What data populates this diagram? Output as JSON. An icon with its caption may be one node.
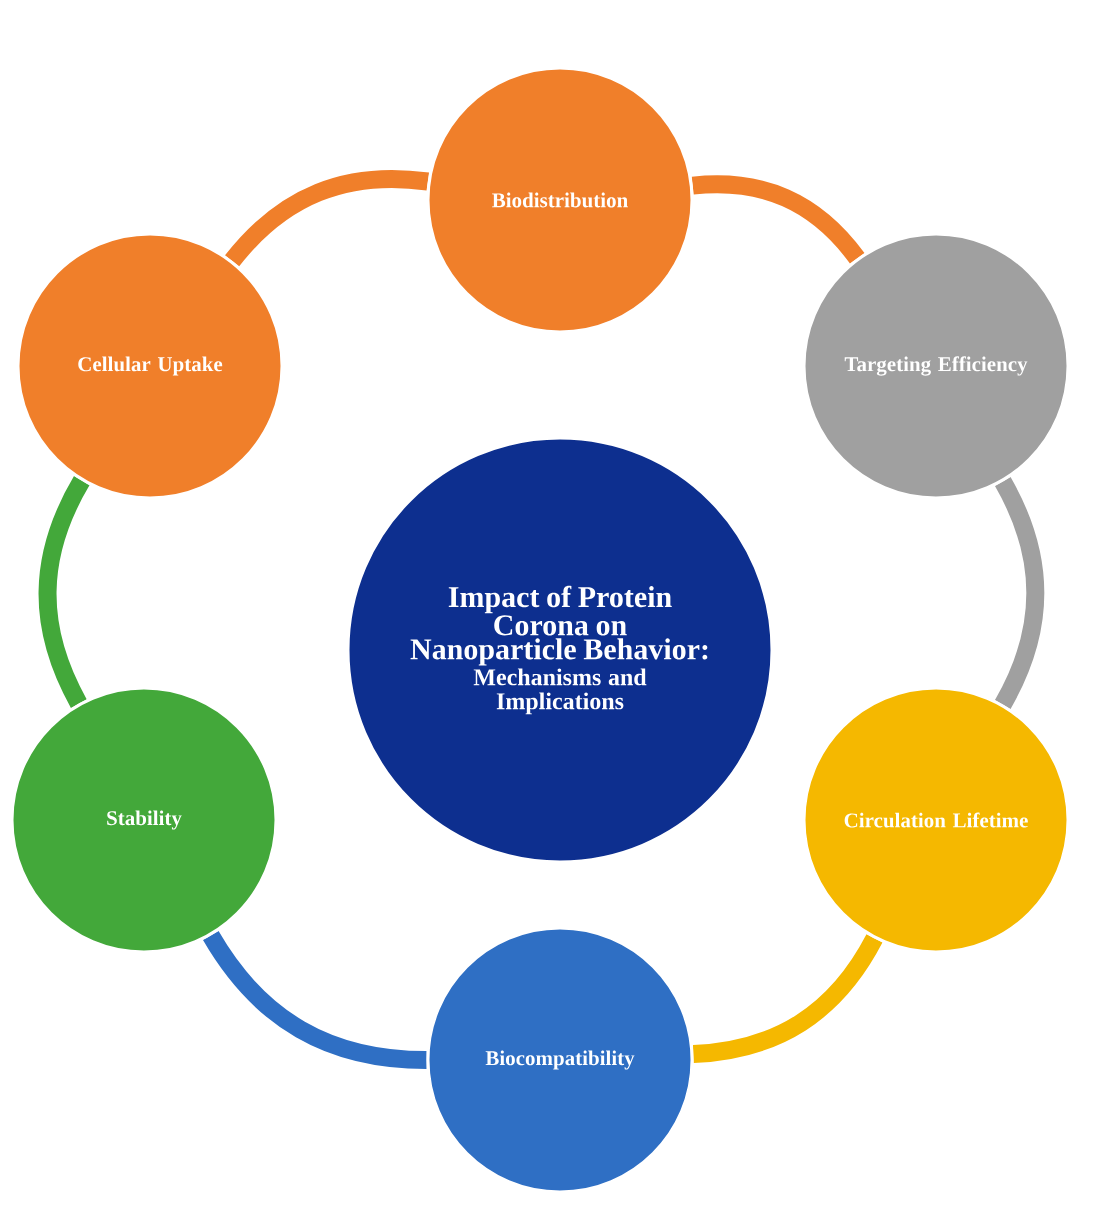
{
  "diagram": {
    "nodes": [
      {
        "text": [
          "Impact of Protein Corona on Nanoparticle Behavior:",
          "Mechanisms and Implications"
        ]
      },
      {
        "text": [
          "Biodistribution"
        ]
      },
      {
        "text": [
          "Targeting Efficiency"
        ]
      },
      {
        "text": [
          "Circulation Lifetime"
        ]
      },
      {
        "text": [
          "Biocompatibility"
        ]
      },
      {
        "text": [
          "Stability"
        ]
      },
      {
        "text": [
          "Cellular Uptake"
        ]
      }
    ],
    "edges": [
      {
        "from": 1,
        "to": 2,
        "arrow": "none",
        "color": "#f07f2a"
      },
      {
        "from": 2,
        "to": 3,
        "arrow": "none",
        "color": "#a0a0a0"
      },
      {
        "from": 3,
        "to": 4,
        "arrow": "none",
        "color": "#f5b800"
      },
      {
        "from": 4,
        "to": 5,
        "arrow": "none",
        "color": "#2f6fc4"
      },
      {
        "from": 5,
        "to": 6,
        "arrow": "none",
        "color": "#43a83a"
      },
      {
        "from": 6,
        "to": 1,
        "arrow": "none",
        "color": "#f07f2a"
      }
    ]
  }
}
